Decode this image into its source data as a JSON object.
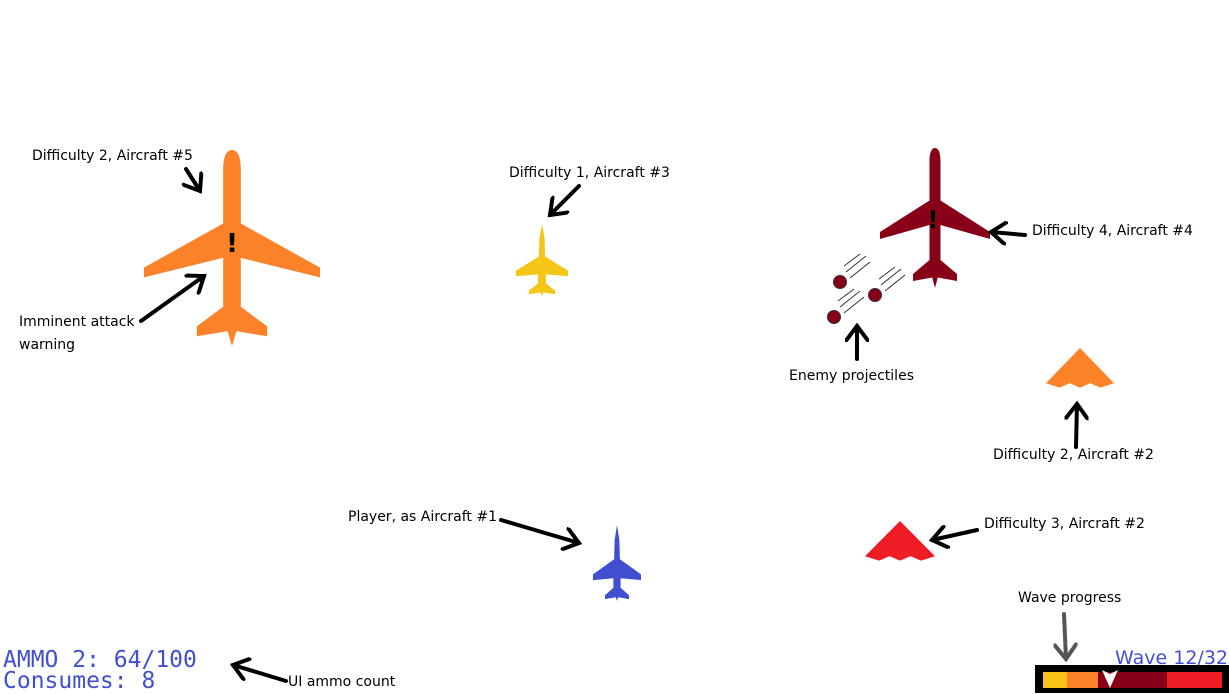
{
  "annotations": {
    "aircraft5": "Difficulty 2, Aircraft #5",
    "warning_line1": "Imminent attack",
    "warning_line2": "warning",
    "aircraft3": "Difficulty 1, Aircraft #3",
    "aircraft4": "Difficulty 4, Aircraft #4",
    "projectiles": "Enemy projectiles",
    "aircraft2_d2": "Difficulty 2, Aircraft #2",
    "player": "Player, as Aircraft #1",
    "aircraft2_d3": "Difficulty 3, Aircraft #2",
    "wave_progress": "Wave progress",
    "ammo_ui": "UI ammo count"
  },
  "hud": {
    "ammo": "AMMO 2: 64/100",
    "consumes": "Consumes: 8",
    "wave": "Wave 12/32",
    "wave_current": 12,
    "wave_total": 32,
    "warning_mark": "!"
  },
  "colors": {
    "difficulty1": "#f5c518",
    "difficulty2": "#fb8229",
    "difficulty3": "#ee1c24",
    "difficulty4": "#880018",
    "player": "#3f4fd0",
    "hud_text": "#4050d0"
  }
}
